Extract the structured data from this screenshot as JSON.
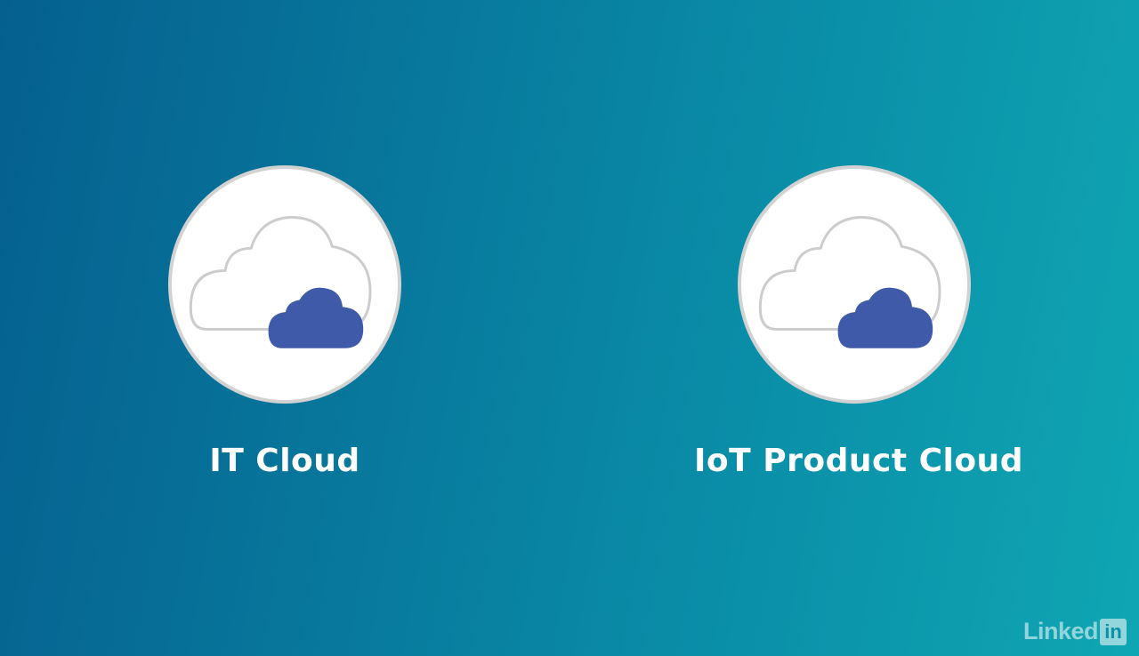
{
  "clouds": [
    {
      "label": "IT Cloud",
      "icon": "cloud-icon"
    },
    {
      "label": "IoT Product Cloud",
      "icon": "cloud-icon"
    }
  ],
  "watermark": {
    "text": "Linked",
    "box_text": "in"
  },
  "colors": {
    "background_start": "#05608f",
    "background_end": "#0fa6b3",
    "circle_fill": "#ffffff",
    "circle_border": "#d2d2d2",
    "outline_cloud": "#cccccc",
    "filled_cloud": "#3f5aa8",
    "label_text": "#ffffff"
  }
}
